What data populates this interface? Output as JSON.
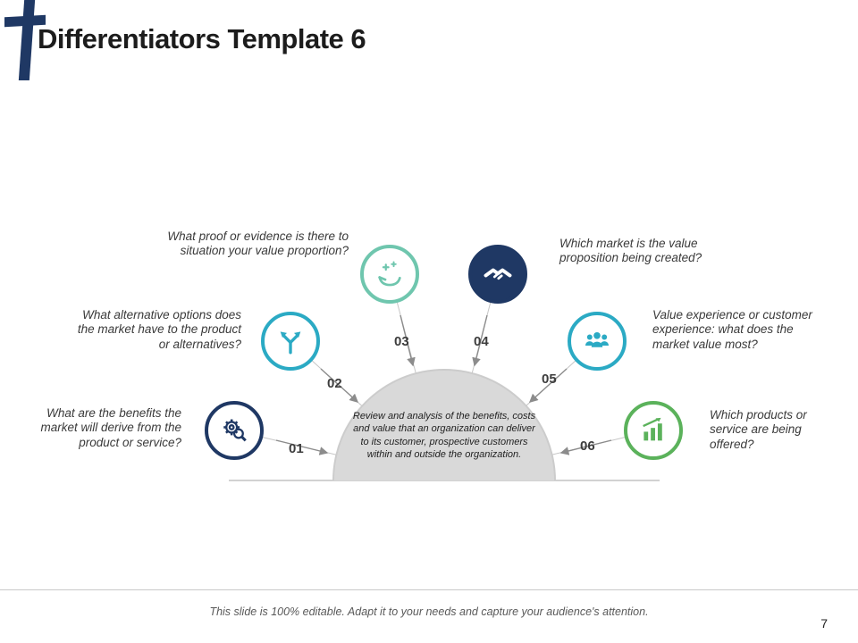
{
  "slide": {
    "title": "Differentiators Template 6",
    "footer_note": "This slide is 100% editable. Adapt it to your needs and capture your audience's attention.",
    "page_number": "7"
  },
  "diagram": {
    "center_text": "Review and analysis of the benefits, costs and value that an organization can deliver to its customer, prospective customers within and outside the organization.",
    "colors": {
      "navy": "#1F3864",
      "teal": "#2BAAC4",
      "seafoam": "#6FC6AE",
      "green": "#5BB25B",
      "dome_gray": "#D9D9D9"
    },
    "items": [
      {
        "number": "01",
        "icon": "gear-search-icon",
        "color": "#1F3864",
        "style": "outline",
        "question": "What are the benefits the market will derive from the product or service?"
      },
      {
        "number": "02",
        "icon": "branch-arrows-icon",
        "color": "#2BAAC4",
        "style": "outline",
        "question": "What alternative options does the market have to the product or alternatives?"
      },
      {
        "number": "03",
        "icon": "hand-plus-icon",
        "color": "#6FC6AE",
        "style": "outline",
        "question": "What proof or evidence is there to situation your value proportion?"
      },
      {
        "number": "04",
        "icon": "handshake-icon",
        "color": "#1F3864",
        "style": "filled",
        "question": "Which market is the value proposition being created?"
      },
      {
        "number": "05",
        "icon": "team-icon",
        "color": "#2BAAC4",
        "style": "outline",
        "question": "Value experience or customer experience: what does the market value most?"
      },
      {
        "number": "06",
        "icon": "bar-chart-icon",
        "color": "#5BB25B",
        "style": "outline",
        "question": "Which products or service are being offered?"
      }
    ]
  }
}
